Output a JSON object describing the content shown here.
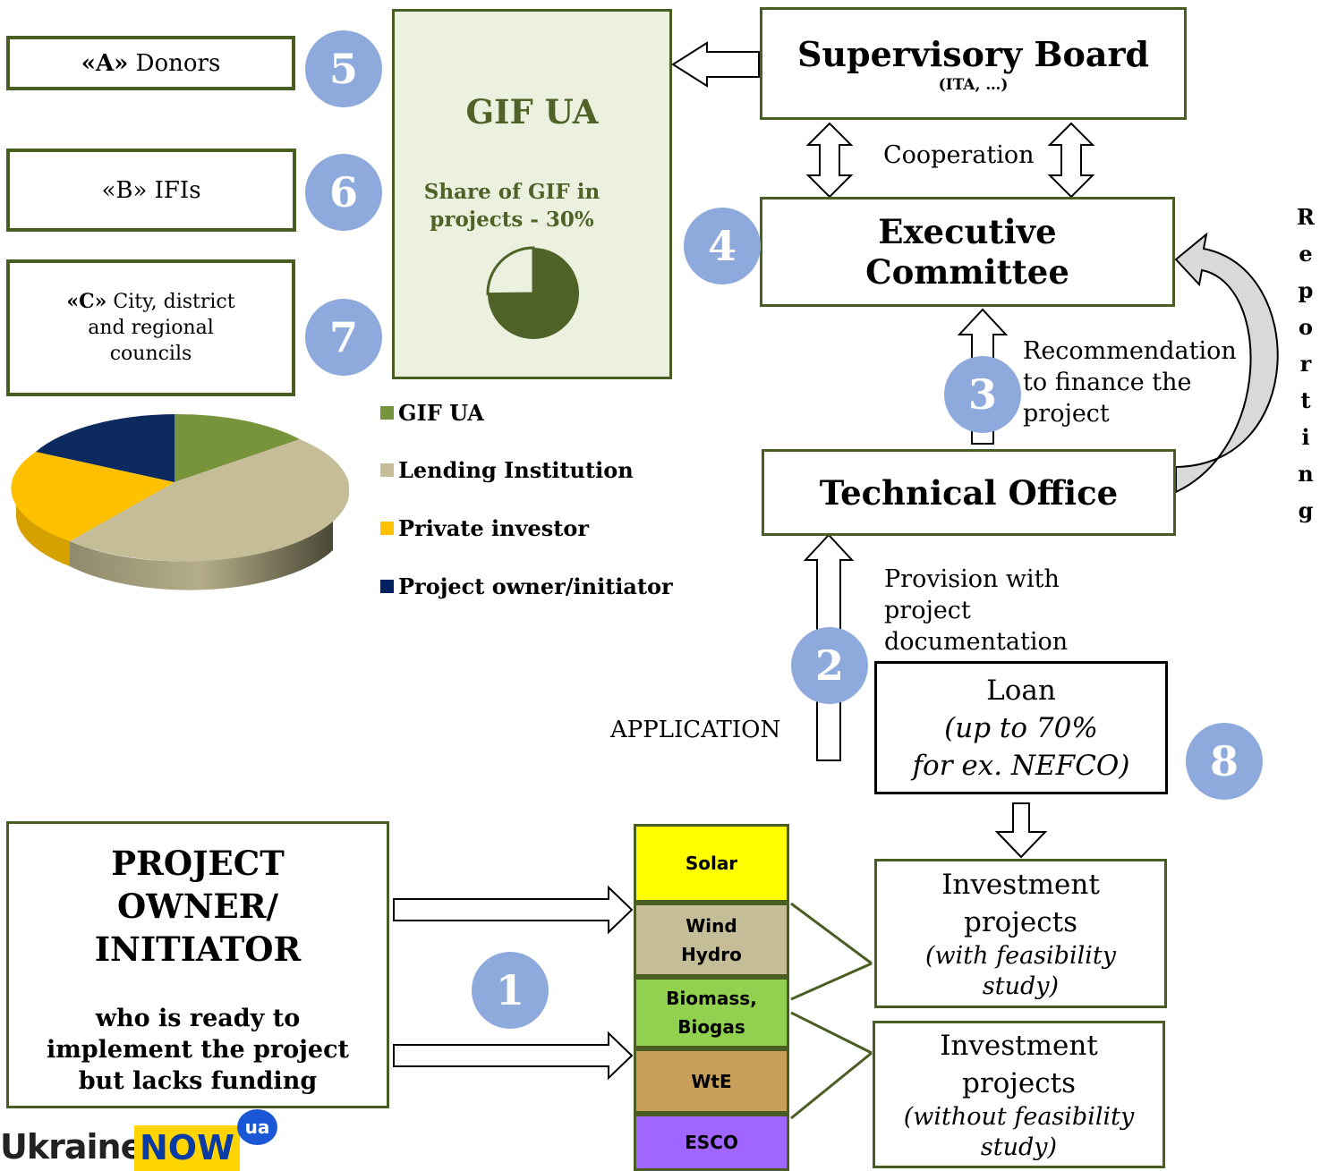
{
  "donors": {
    "a_tag": "«A»",
    "a_text": " Donors",
    "b_text": "«B» IFIs",
    "c_tag": "«C»",
    "c_text": " City, district and regional councils"
  },
  "gif": {
    "title": "GIF UA",
    "share": "Share of GIF in projects - 30%",
    "pie_share": 0.3
  },
  "supervisory": {
    "title": "Supervisory Board",
    "subtitle": "(ITA, …)"
  },
  "cooperation": "Cooperation",
  "executive": {
    "title": "Executive Committee"
  },
  "recommendation": "Recommendation to finance the project",
  "reporting": [
    "R",
    "e",
    "p",
    "o",
    "r",
    "t",
    "i",
    "n",
    "g"
  ],
  "technical": {
    "title": "Technical Office"
  },
  "provision": "Provision with project documentation",
  "application": "APPLICATION",
  "loan": {
    "title": "Loan",
    "line1": "(up to 70%",
    "line2": "for ex. NEFCO)"
  },
  "legend": [
    {
      "label": "GIF UA",
      "color": "#77933c"
    },
    {
      "label": "Lending Institution",
      "color": "#c4bd97"
    },
    {
      "label": "Private investor",
      "color": "#ffc000"
    },
    {
      "label": "Project owner/initiator",
      "color": "#002060"
    }
  ],
  "project_owner": {
    "title": "PROJECT OWNER/ INITIATOR",
    "desc": "who is ready to implement the project but lacks funding"
  },
  "categories": [
    {
      "label": "Solar",
      "color": "#ffff00"
    },
    {
      "label": "Wind Hydro",
      "color": "#c4bd97"
    },
    {
      "label": "Biomass, Biogas",
      "color": "#92d050"
    },
    {
      "label": "WtE",
      "color": "#c9a05a"
    },
    {
      "label": "ESCO",
      "color": "#a066ff"
    }
  ],
  "invest_with": {
    "title": "Investment projects",
    "note": "(with feasibility study)"
  },
  "invest_without": {
    "title": "Investment projects",
    "note": "(without feasibility study)"
  },
  "steps": [
    "1",
    "2",
    "3",
    "4",
    "5",
    "6",
    "7",
    "8"
  ],
  "logo": {
    "text1": "Ukraine",
    "text2": "NOW",
    "badge": "ua"
  }
}
